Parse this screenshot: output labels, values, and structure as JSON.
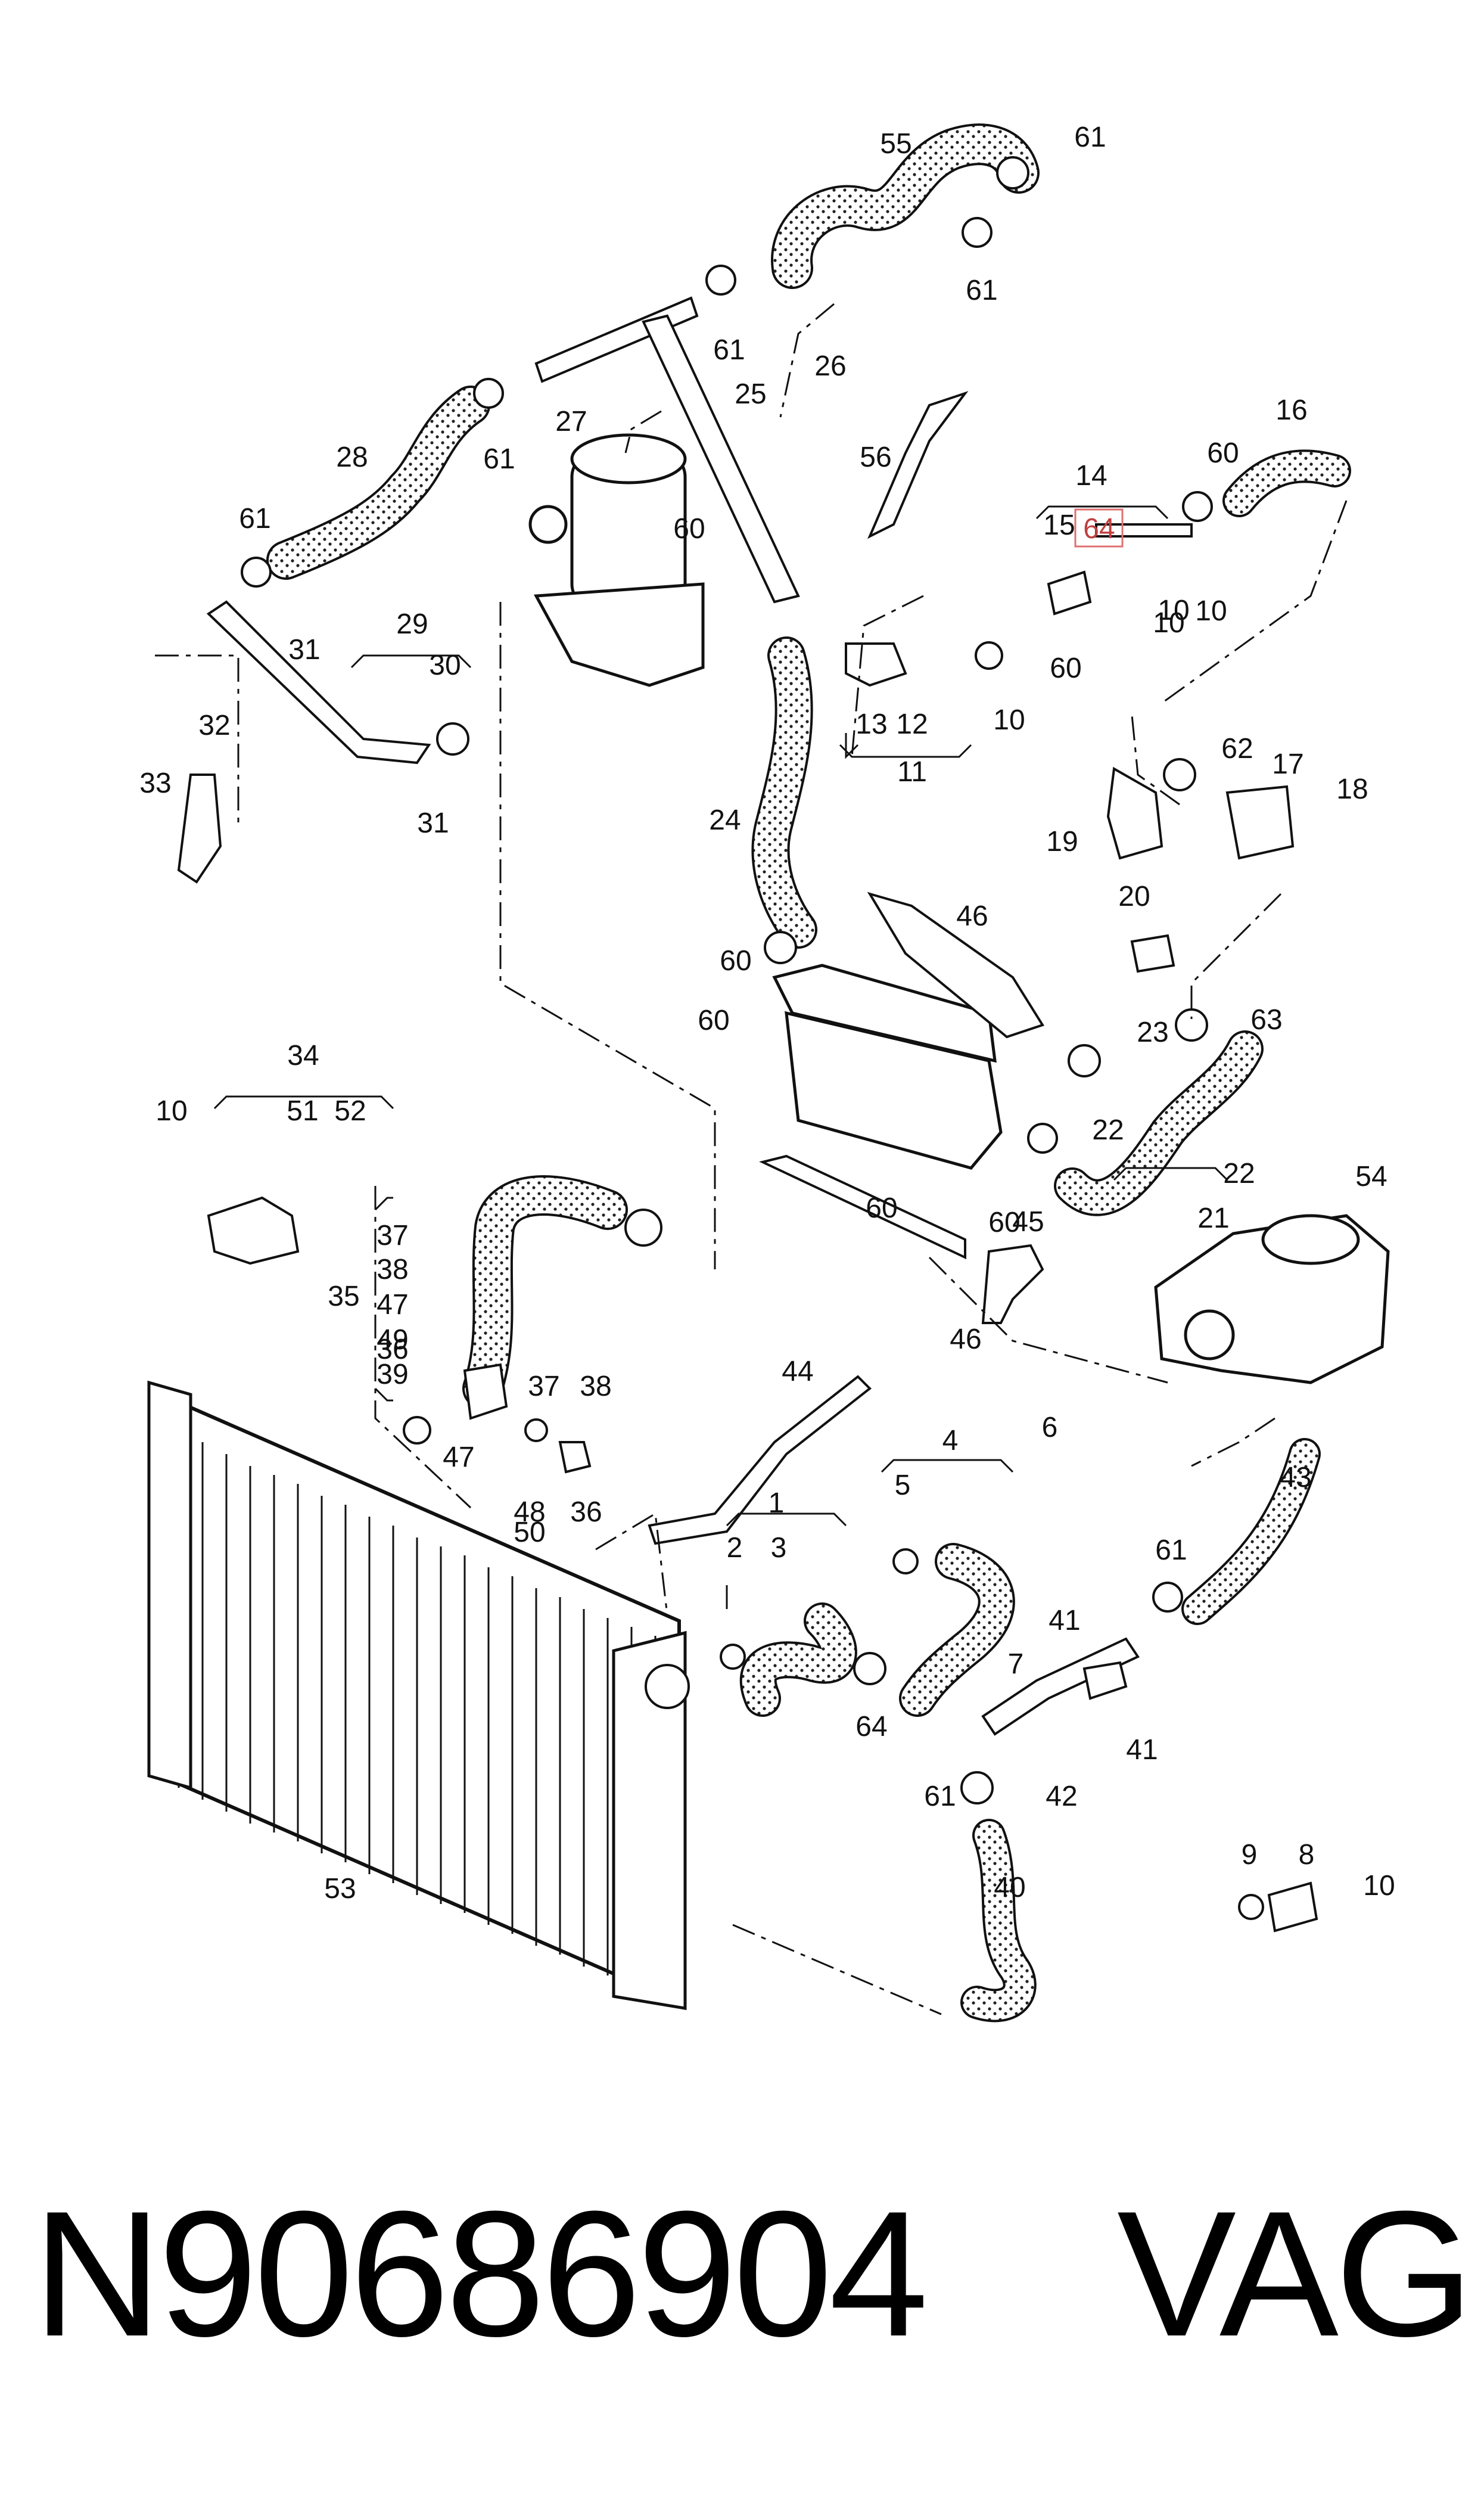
{
  "diagram": {
    "callouts": [
      "1",
      "2",
      "3",
      "4",
      "5",
      "6",
      "7",
      "8",
      "9",
      "10",
      "10",
      "10",
      "10",
      "10",
      "10",
      "11",
      "12",
      "13",
      "14",
      "15",
      "16",
      "17",
      "18",
      "19",
      "20",
      "21",
      "22",
      "22",
      "23",
      "24",
      "25",
      "26",
      "27",
      "28",
      "29",
      "30",
      "31",
      "31",
      "32",
      "33",
      "34",
      "35",
      "36",
      "36",
      "37",
      "37",
      "38",
      "38",
      "39",
      "40",
      "41",
      "41",
      "42",
      "43",
      "44",
      "45",
      "46",
      "46",
      "47",
      "47",
      "48",
      "49",
      "50",
      "51",
      "52",
      "53",
      "54",
      "55",
      "56",
      "60",
      "60",
      "60",
      "60",
      "60",
      "60",
      "60",
      "61",
      "61",
      "61",
      "61",
      "61",
      "61",
      "61",
      "62",
      "63",
      "64"
    ],
    "highlighted_callout": "64"
  },
  "footer": {
    "part_number": "N90686904",
    "brand": "VAG"
  }
}
